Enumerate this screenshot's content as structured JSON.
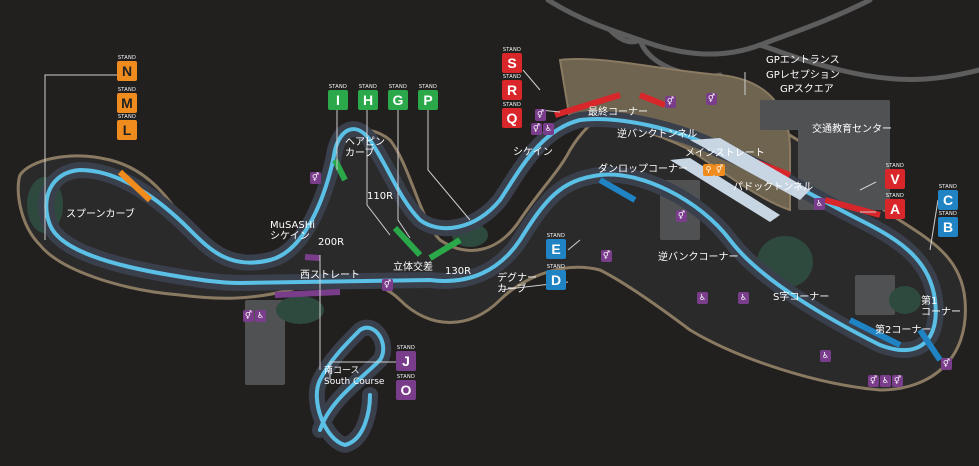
{
  "colors": {
    "background": "#221f1f",
    "track": "#5bc0e6",
    "track_edge": "#3a3f4c",
    "verge": "#8a7a62",
    "stand_orange": "#f08c1e",
    "stand_green": "#2aa84a",
    "stand_red": "#d8262a",
    "stand_blue": "#1f83c4",
    "stand_purple": "#7a3d8c",
    "facility_purple": "#7a3d8c",
    "facility_orange": "#f08c1e"
  },
  "stand_caption": "STAND",
  "stands": [
    {
      "letter": "N",
      "color": "orange"
    },
    {
      "letter": "M",
      "color": "orange"
    },
    {
      "letter": "L",
      "color": "orange"
    },
    {
      "letter": "I",
      "color": "green"
    },
    {
      "letter": "H",
      "color": "green"
    },
    {
      "letter": "G",
      "color": "green"
    },
    {
      "letter": "P",
      "color": "green"
    },
    {
      "letter": "S",
      "color": "red"
    },
    {
      "letter": "R",
      "color": "red"
    },
    {
      "letter": "Q",
      "color": "red"
    },
    {
      "letter": "V",
      "color": "red"
    },
    {
      "letter": "A",
      "color": "red"
    },
    {
      "letter": "C",
      "color": "blue"
    },
    {
      "letter": "B",
      "color": "blue"
    },
    {
      "letter": "E",
      "color": "blue"
    },
    {
      "letter": "D",
      "color": "blue"
    },
    {
      "letter": "J",
      "color": "purple"
    },
    {
      "letter": "O",
      "color": "purple"
    }
  ],
  "labels": {
    "spoon_curve": "スプーンカーブ",
    "hairpin": "ヘアピン\nカーブ",
    "r110": "110R",
    "musashi": "MuSASHi\nシケイン",
    "r200": "200R",
    "west_straight": "西ストレート",
    "overpass": "立体交差",
    "r130": "130R",
    "degner": "デグナー\nカーブ",
    "chicane": "シケイン",
    "final_corner": "最終コーナー",
    "reverse_bank_tunnel": "逆バンクトンネル",
    "main_straight": "メインストレート",
    "dunlop_corner": "ダンロップコーナー",
    "paddock_tunnel": "パドックトンネル",
    "reverse_bank_corner": "逆バンクコーナー",
    "s_curves": "S字コーナー",
    "first_corner": "第1\nコーナー",
    "second_corner": "第2コーナー",
    "south_course": "南コース\nSouth Course",
    "gp_entrance": "GPエントランス",
    "gp_reception": "GPレセプション",
    "gp_square": "GPスクエア",
    "traffic_center": "交通教育センター"
  },
  "facility_icons": {
    "restroom": "restroom-icon",
    "accessible": "wheelchair-icon",
    "food": "food-icon"
  }
}
